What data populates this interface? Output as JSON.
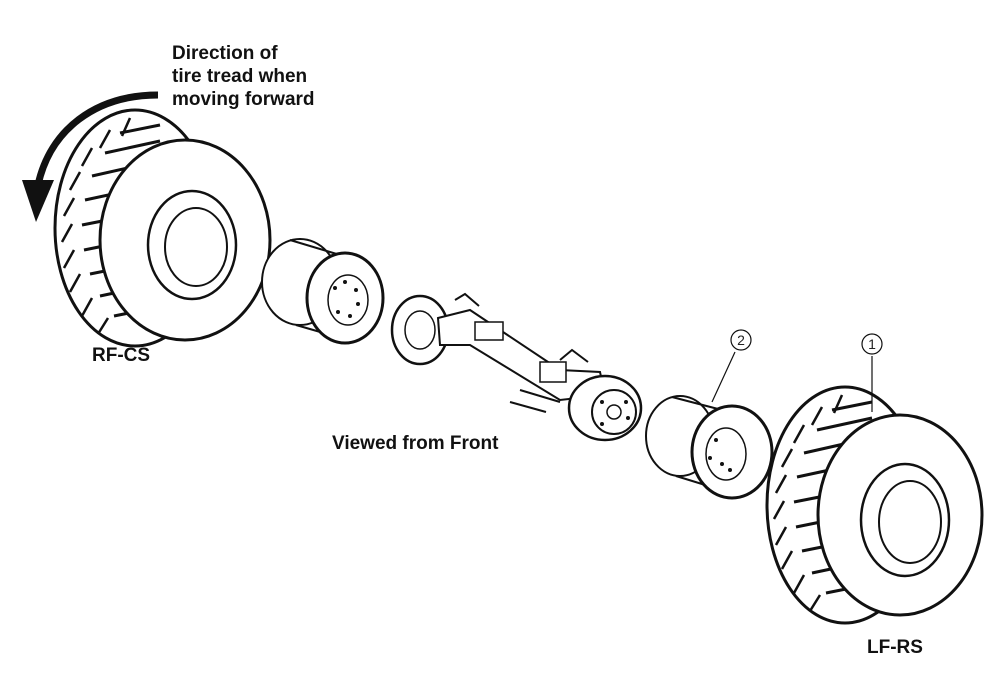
{
  "note": {
    "lines": [
      "Direction of",
      "tire tread when",
      "moving forward"
    ]
  },
  "labels": {
    "right_front": "RF-CS",
    "center": "Viewed from Front",
    "left_front": "LF-RS"
  },
  "callouts": [
    {
      "number": "1",
      "target": "tire"
    },
    {
      "number": "2",
      "target": "wheel-rim"
    }
  ],
  "colors": {
    "line": "#111111",
    "background": "#ffffff"
  }
}
